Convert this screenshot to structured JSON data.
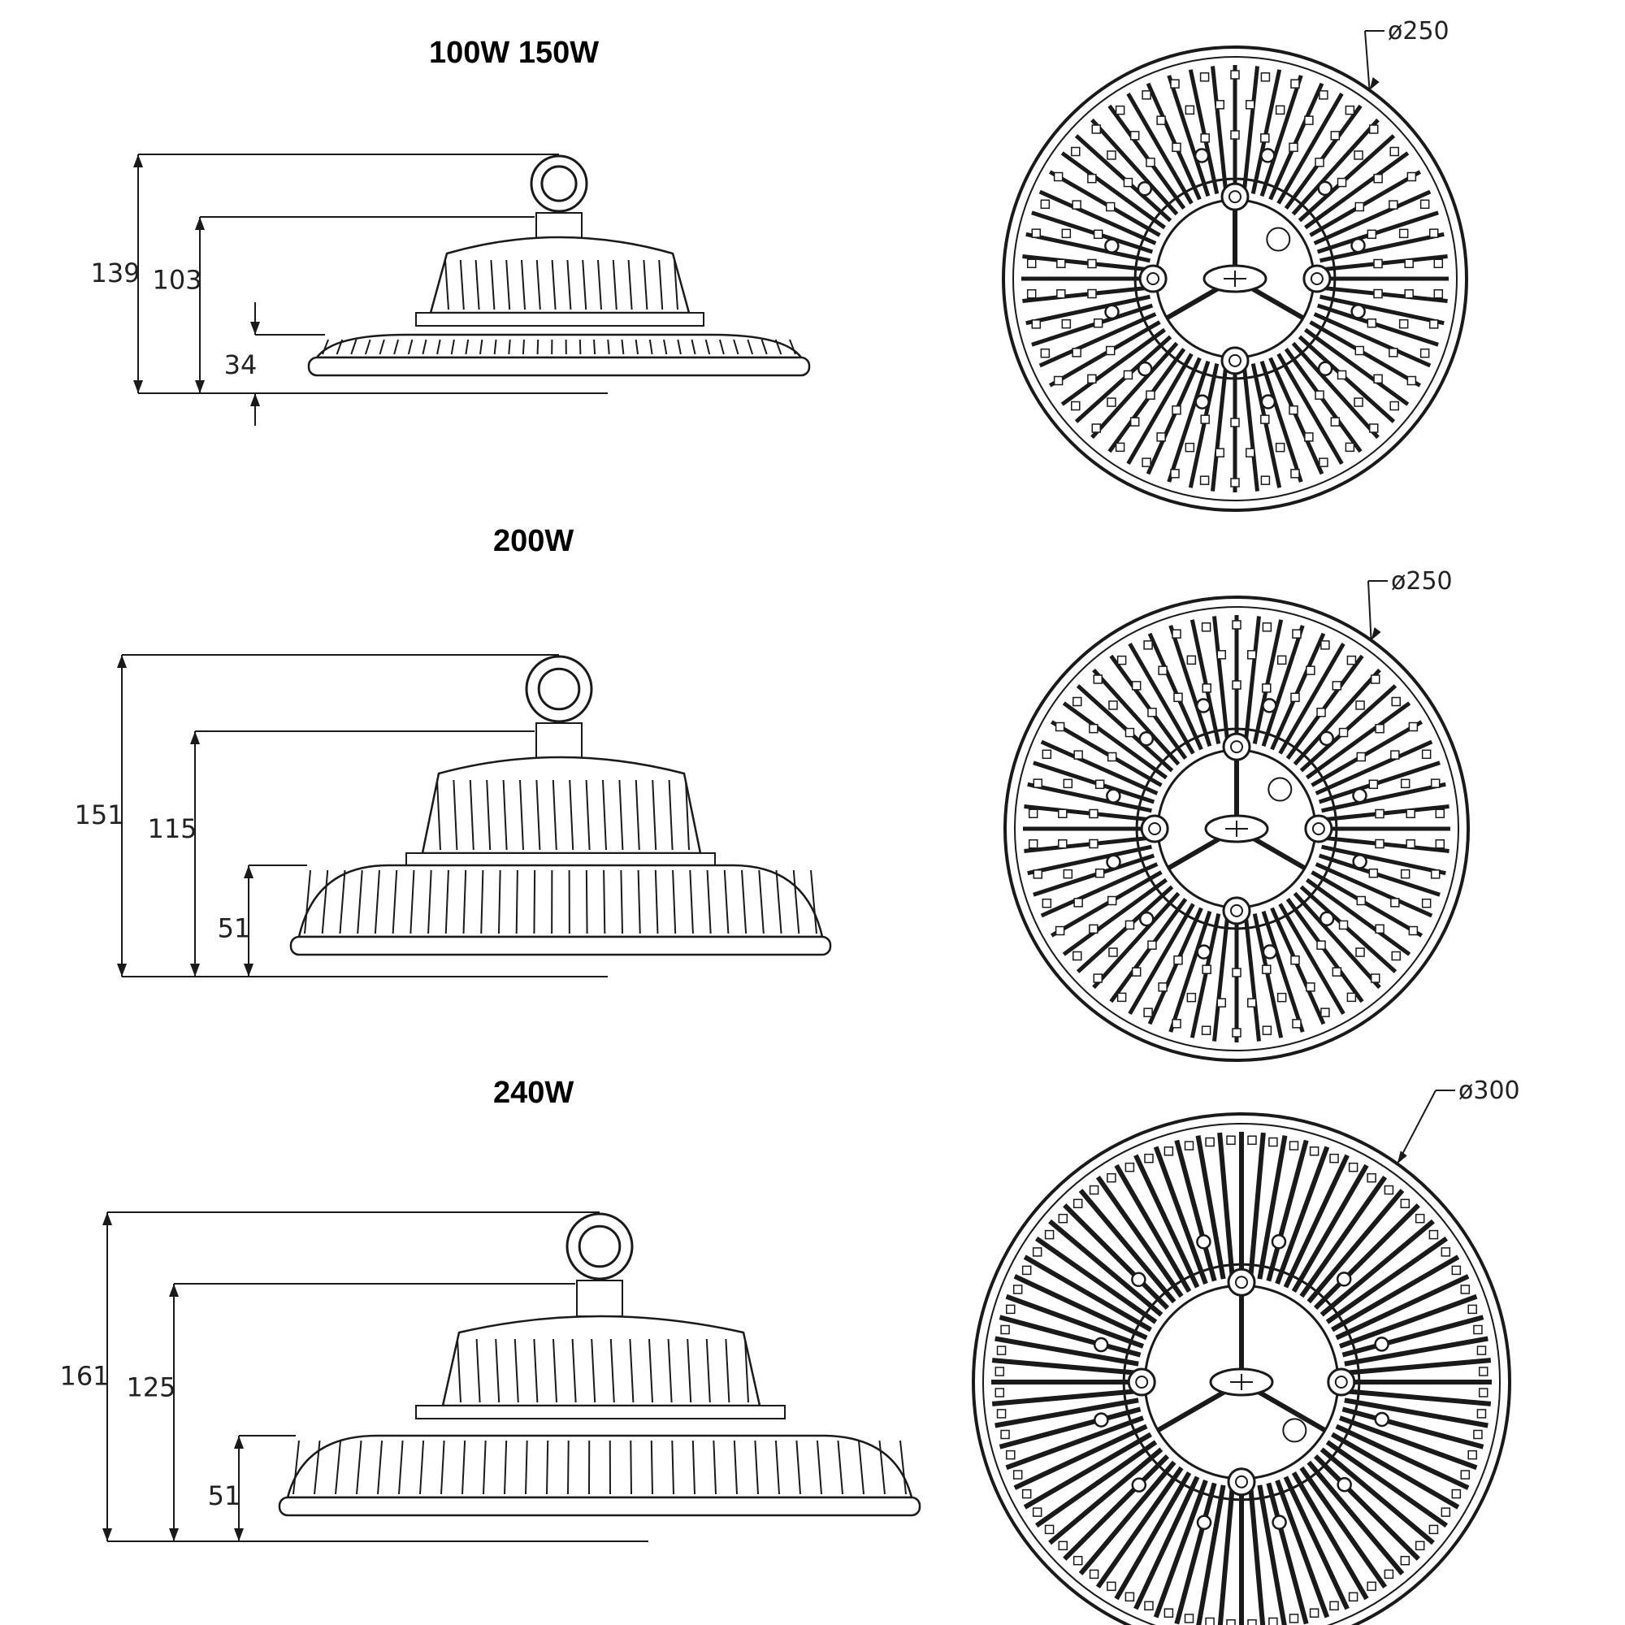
{
  "sections": [
    {
      "title": "100W 150W",
      "dims": {
        "overall": "139",
        "body": "103",
        "rim": "34"
      },
      "diameter": "ø250",
      "plan_style": "small"
    },
    {
      "title": "200W",
      "dims": {
        "overall": "151",
        "body": "115",
        "rim": "51"
      },
      "diameter": "ø250",
      "plan_style": "small"
    },
    {
      "title": "240W",
      "dims": {
        "overall": "161",
        "body": "125",
        "rim": "51"
      },
      "diameter": "ø300",
      "plan_style": "large"
    }
  ],
  "colors": {
    "line": "#1a1a1a",
    "background": "#ffffff"
  }
}
